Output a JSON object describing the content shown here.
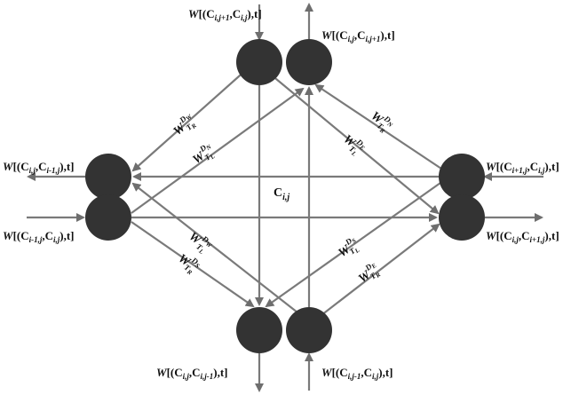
{
  "center_label": {
    "main": "C",
    "sub": "i,j"
  },
  "nodes": [
    {
      "id": "north-in"
    },
    {
      "id": "north-out"
    },
    {
      "id": "west-out"
    },
    {
      "id": "west-in"
    },
    {
      "id": "east-in"
    },
    {
      "id": "east-out"
    },
    {
      "id": "south-out"
    },
    {
      "id": "south-in"
    }
  ],
  "io_labels": {
    "north_in": {
      "w": "W",
      "p1": "[(C",
      "s1": "i,j+1",
      "m": ",C",
      "s2": "i,j",
      "end": "),t]"
    },
    "north_out": {
      "w": "W",
      "p1": "[(C",
      "s1": "i,j",
      "m": ",C",
      "s2": "i,j+1",
      "end": "),t]"
    },
    "west_out": {
      "w": "W",
      "p1": "[(C",
      "s1": "i,j",
      "m": ",C",
      "s2": "i-1,j",
      "end": "),t]"
    },
    "west_in": {
      "w": "W",
      "p1": "[(C",
      "s1": "i-1,j",
      "m": ",C",
      "s2": "i,j",
      "end": "),t]"
    },
    "east_in": {
      "w": "W",
      "p1": "[(C",
      "s1": "i+1,j",
      "m": ",C",
      "s2": "i,j",
      "end": "),t]"
    },
    "east_out": {
      "w": "W",
      "p1": "[(C",
      "s1": "i,j",
      "m": ",C",
      "s2": "i+1,j",
      "end": "),t]"
    },
    "south_out": {
      "w": "W",
      "p1": "[(C",
      "s1": "i,j",
      "m": ",C",
      "s2": "i,j-1",
      "end": "),t]"
    },
    "south_in": {
      "w": "W",
      "p1": "[(C",
      "s1": "i,j-1",
      "m": ",C",
      "s2": "i,j",
      "end": "),t]"
    }
  },
  "edge_weights": [
    {
      "id": "w-tr-dw",
      "w": "W",
      "sup": "D",
      "supsub": "W",
      "sub": "T",
      "subsub": "R"
    },
    {
      "id": "w-tl-dn",
      "w": "W",
      "sup": "D",
      "supsub": "N",
      "sub": "T",
      "subsub": "L"
    },
    {
      "id": "w-tr-dn",
      "w": "W",
      "sup": "D",
      "supsub": "N",
      "sub": "T",
      "subsub": "R"
    },
    {
      "id": "w-tl-de",
      "w": "W",
      "sup": "D",
      "supsub": "E",
      "sub": "T",
      "subsub": "L"
    },
    {
      "id": "w-tl-dw",
      "w": "W",
      "sup": "D",
      "supsub": "W",
      "sub": "T",
      "subsub": "L"
    },
    {
      "id": "w-tr-ds",
      "w": "W",
      "sup": "D",
      "supsub": "S",
      "sub": "T",
      "subsub": "R"
    },
    {
      "id": "w-tl-ds",
      "w": "W",
      "sup": "D",
      "supsub": "S",
      "sub": "T",
      "subsub": "L"
    },
    {
      "id": "w-tr-de",
      "w": "W",
      "sup": "D",
      "supsub": "E",
      "sub": "T",
      "subsub": "R"
    }
  ]
}
